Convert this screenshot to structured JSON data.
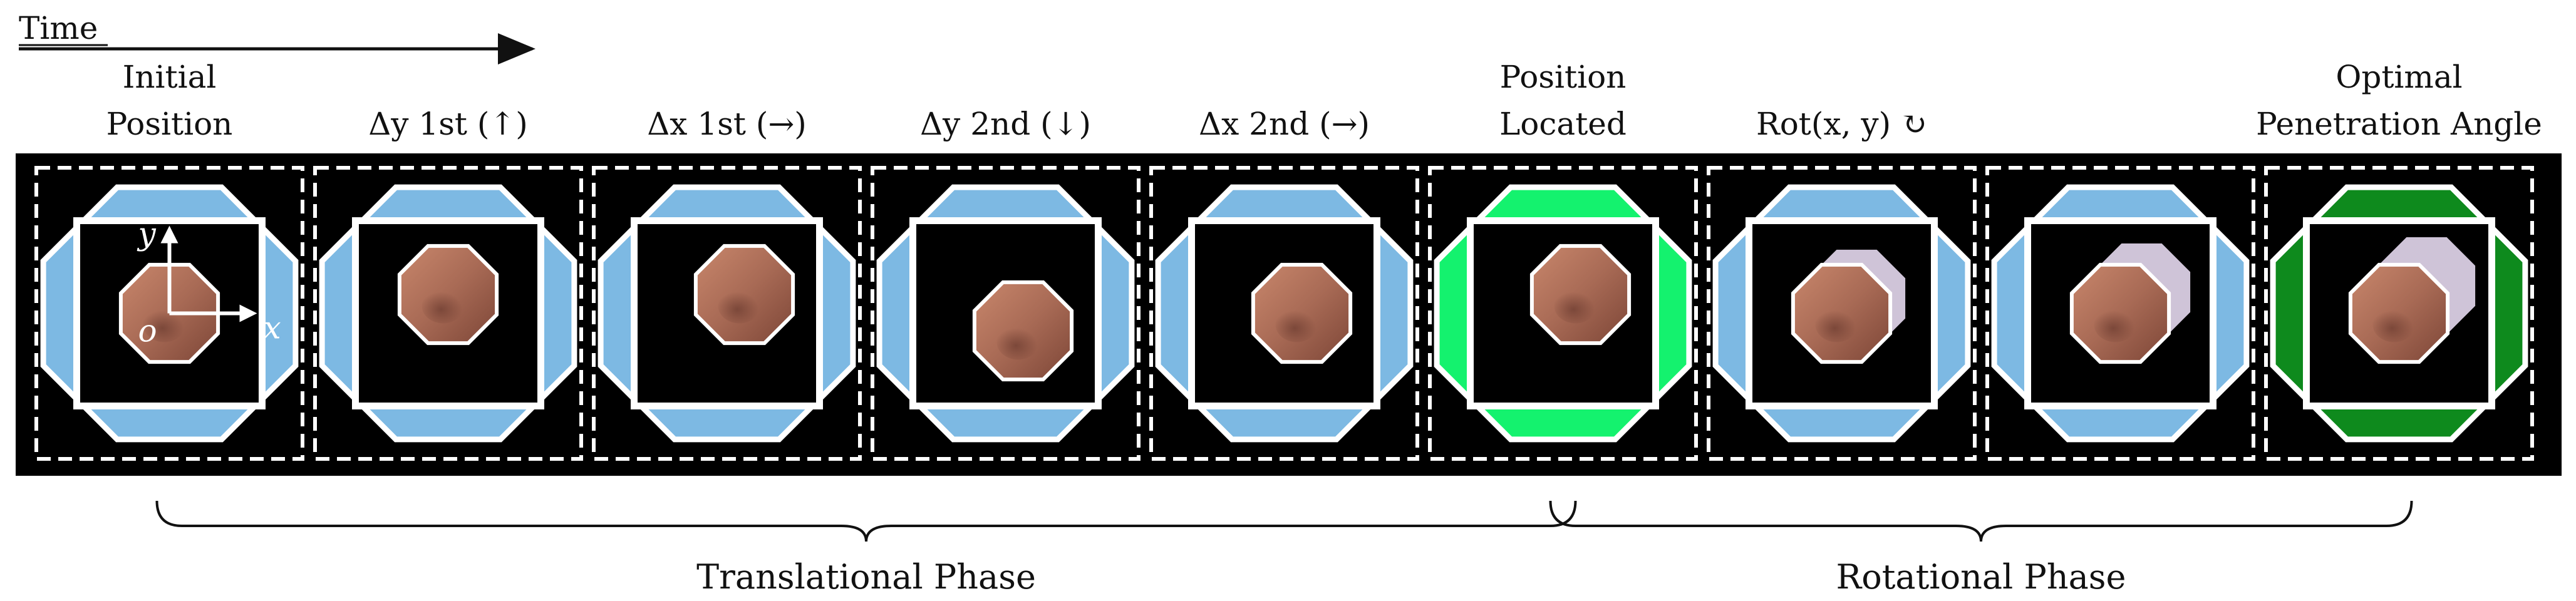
{
  "time_label": "Time",
  "axes": {
    "origin": "o",
    "x": "x",
    "y": "y"
  },
  "frames": [
    {
      "line1": "Initial",
      "line2": "Position",
      "ring": "light-blue",
      "show_axes": true,
      "offset": "center",
      "tilt": 0
    },
    {
      "line1": "",
      "line2": "Δy 1st (↑)",
      "ring": "light-blue",
      "show_axes": false,
      "offset": "up",
      "tilt": 0
    },
    {
      "line1": "",
      "line2": "Δx 1st (→)",
      "ring": "light-blue",
      "show_axes": false,
      "offset": "up-right",
      "tilt": 0
    },
    {
      "line1": "",
      "line2": "Δy 2nd (↓)",
      "ring": "light-blue",
      "show_axes": false,
      "offset": "down-right",
      "tilt": 0
    },
    {
      "line1": "",
      "line2": "Δx 2nd (→)",
      "ring": "light-blue",
      "show_axes": false,
      "offset": "center-right",
      "tilt": 0
    },
    {
      "line1": "Position",
      "line2": "Located",
      "ring": "bright-green",
      "show_axes": false,
      "offset": "up-right",
      "tilt": 0
    },
    {
      "line1": "",
      "line2": "Rot(x, y) ↻",
      "ring": "light-blue",
      "show_axes": false,
      "offset": "center",
      "tilt": 1
    },
    {
      "line1": "",
      "line2": "",
      "ring": "light-blue",
      "show_axes": false,
      "offset": "center",
      "tilt": 2
    },
    {
      "line1": "Optimal",
      "line2": "Penetration Angle",
      "ring": "dark-green",
      "show_axes": false,
      "offset": "center",
      "tilt": 3
    }
  ],
  "phases": [
    {
      "label": "Translational Phase",
      "from_frame": 0,
      "to_frame": 5
    },
    {
      "label": "Rotational Phase",
      "from_frame": 5,
      "to_frame": 8
    }
  ],
  "colors": {
    "light-blue": "#7db9e3",
    "bright-green": "#14f26e",
    "dark-green": "#0e8a1d",
    "peg": "#a86a55",
    "strip": "#000000"
  }
}
